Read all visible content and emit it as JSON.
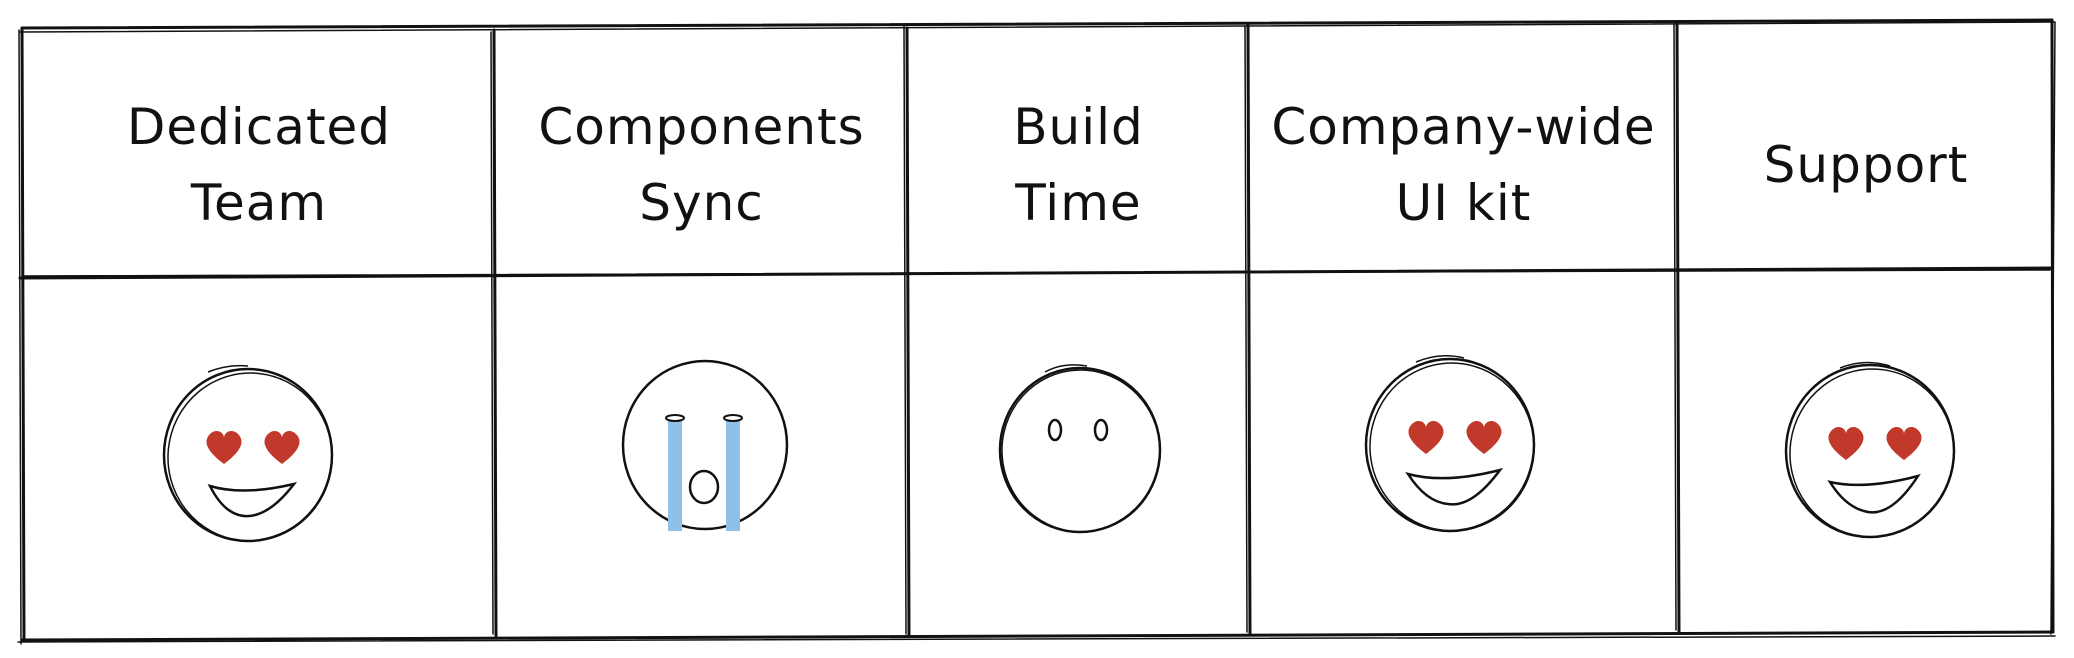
{
  "columns": [
    {
      "label": "Dedicated\nTeam",
      "face": "heart-eyes"
    },
    {
      "label": "Components\nSync",
      "face": "crying"
    },
    {
      "label": "Build\nTime",
      "face": "neutral"
    },
    {
      "label": "Company-wide\nUI kit",
      "face": "heart-eyes"
    },
    {
      "label": "Support",
      "face": "heart-eyes"
    }
  ],
  "colors": {
    "stroke": "#111111",
    "heart": "#c0392b",
    "tears": "#8ec0e8",
    "background": "#ffffff"
  }
}
